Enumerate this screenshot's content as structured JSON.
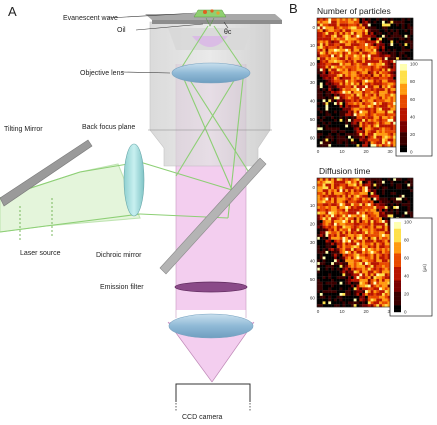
{
  "panel_a": {
    "letter": "A",
    "labels": {
      "evanescent_wave": "Evanescent wave",
      "oil": "Oil",
      "theta_c": "θc",
      "objective_lens": "Objective lens",
      "back_focus_plane": "Back focus plane",
      "tilting_mirror": "Tilting Mirror",
      "laser_source": "Laser source",
      "dichroic_mirror": "Dichroic mirror",
      "emission_filter": "Emission filter",
      "ccd_camera": "CCD camera"
    },
    "colors": {
      "emission_beam": "#f1c6ec",
      "excitation_beam": "#9fd68a",
      "lens": "#8fb9d6",
      "filter": "#7a3b78",
      "mirror": "#9a9a9a"
    }
  },
  "panel_b": {
    "letter": "B",
    "heatmaps": [
      {
        "title": "Number of particles",
        "y_ticks": [
          "0",
          "10",
          "20",
          "30",
          "40",
          "50",
          "60"
        ],
        "x_ticks": [
          "0",
          "10",
          "20",
          "30"
        ],
        "colorbar_ticks": [
          "0",
          "20",
          "40",
          "60",
          "80",
          "100"
        ],
        "colorbar_label": "",
        "seed": 7
      },
      {
        "title": "Diffusion time",
        "y_ticks": [
          "0",
          "10",
          "20",
          "30",
          "40",
          "50",
          "60"
        ],
        "x_ticks": [
          "0",
          "10",
          "20",
          "30"
        ],
        "colorbar_ticks": [
          "0",
          "20",
          "40",
          "60",
          "80",
          "100"
        ],
        "colorbar_label": "(μs)",
        "seed": 13
      }
    ],
    "colormap": [
      "#000000",
      "#3a0000",
      "#7a0000",
      "#b81400",
      "#e84a00",
      "#ff9a10",
      "#ffe04a",
      "#ffffb0"
    ]
  }
}
